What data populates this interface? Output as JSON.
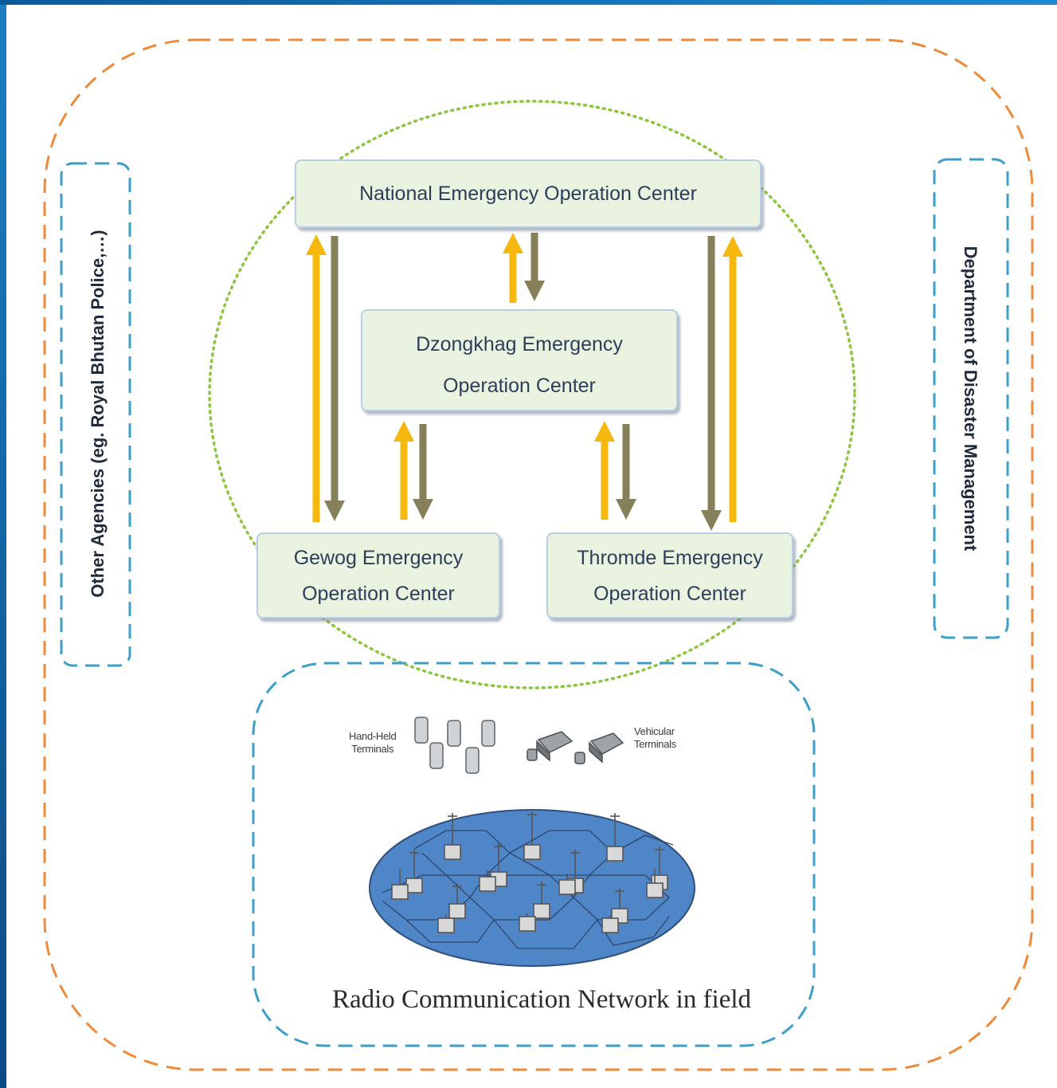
{
  "centers": {
    "national": [
      "National Emergency Operation Center"
    ],
    "dzongkhag": [
      "Dzongkhag Emergency",
      "Operation Center"
    ],
    "gewog": [
      "Gewog Emergency",
      "Operation Center"
    ],
    "thromde": [
      "Thromde Emergency",
      "Operation Center"
    ]
  },
  "side_labels": {
    "left": "Other Agencies (eg. Royal Bhutan Police,…)",
    "right": "Department of Disaster Management"
  },
  "field": {
    "title": "Radio Communication Network in field",
    "handheld_label": [
      "Hand-Held",
      "Terminals"
    ],
    "vehicular_label": [
      "Vehicular",
      "Terminals"
    ]
  },
  "colors": {
    "outer_boundary": "#ee8a3a",
    "agency_boxes": "#3d9fc9",
    "inner_circle": "#8cc63e",
    "upward_arrow": "#f6b80e",
    "downward_arrow": "#85805a",
    "network_fill": "#4f86c8"
  }
}
